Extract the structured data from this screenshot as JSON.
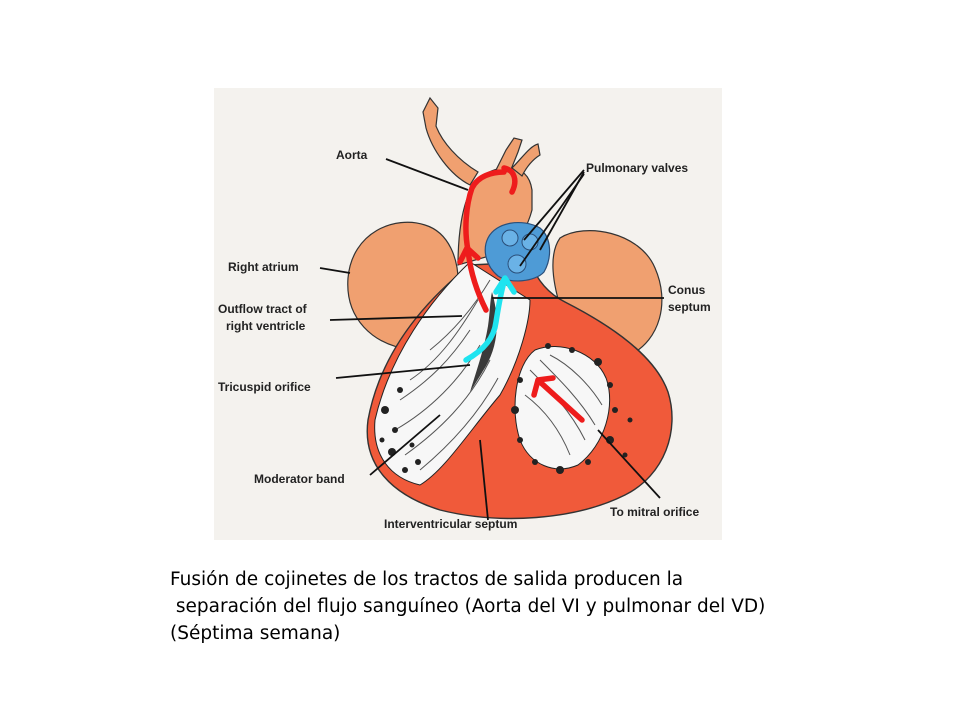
{
  "labels": {
    "aorta": "Aorta",
    "pulmonary_valves": "Pulmonary valves",
    "right_atrium": "Right atrium",
    "outflow_line1": "Outflow tract of",
    "outflow_line2": "right ventricle",
    "conus_line1": "Conus",
    "conus_line2": "septum",
    "tricuspid": "Tricuspid orifice",
    "moderator": "Moderator band",
    "interventricular": "Interventricular septum",
    "mitral": "To mitral orifice"
  },
  "caption": {
    "line1": "Fusión de cojinetes de los tractos de salida producen la",
    "line2": " separación del flujo sanguíneo (Aorta del VI y pulmonar del VD)",
    "line3": "(Séptima semana)"
  },
  "colors": {
    "background_panel": "#f4f2ee",
    "vessel_tan": "#f0a070",
    "ventricle_red": "#f05a3a",
    "valve_blue": "#4e9bd6",
    "arrow_red": "#ee1c1c",
    "arrow_cyan": "#1fe4f0"
  }
}
